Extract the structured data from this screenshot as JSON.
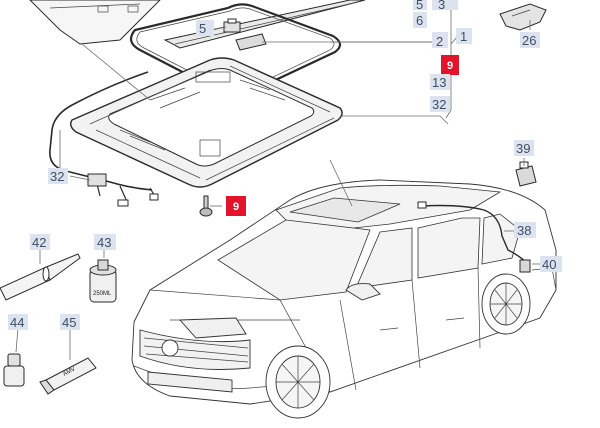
{
  "callouts": {
    "c1": "1",
    "c2": "2",
    "c3": "3",
    "c5": "5",
    "c6": "6",
    "c13": "13",
    "c26": "26",
    "c32a": "32",
    "c32b": "32",
    "c38": "38",
    "c39": "39",
    "c40": "40",
    "c42": "42",
    "c43": "43",
    "c44": "44",
    "c45": "45"
  },
  "highlight_callouts": {
    "h9a": "9",
    "h9b": "9"
  },
  "part_text": {
    "can_label": "250ML",
    "tube_label": "AMV"
  },
  "colors": {
    "highlight": "#e3132b",
    "label_bg": "#dde3ee",
    "label_text": "#3d4f66"
  }
}
